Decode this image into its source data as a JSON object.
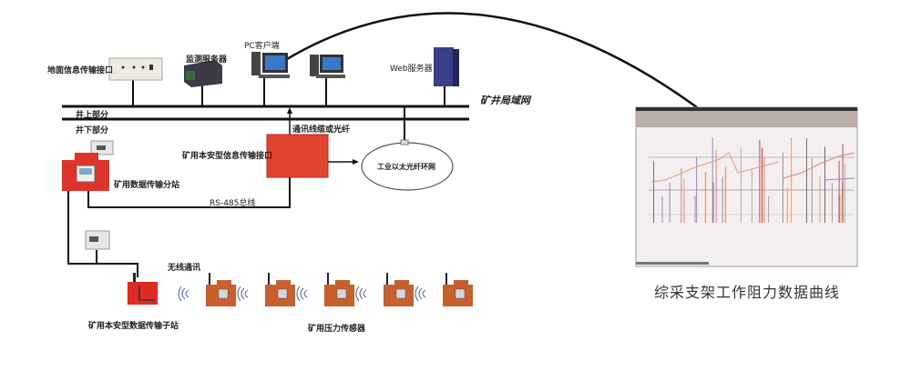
{
  "labels": {
    "ground_interface": "地面信息传输接口",
    "monitor_server": "监测服务器",
    "pc_client": "PC客户端",
    "web_server": "Web服务器",
    "mine_lan": "矿井局域网",
    "above_ground": "井上部分",
    "underground": "井下部分",
    "cable_or_fiber": "通讯线缆或光纤",
    "safe_info_interface": "矿用本安型信息传输接口",
    "ethernet_ring": "工业以太光纤环网",
    "data_station": "矿用数据传输分站",
    "rs485": "RS-485总线",
    "wireless": "无线通讯",
    "substation": "矿用本安型数据传输子站",
    "pressure_sensor": "矿用压力传感器",
    "chart_caption": "综采支架工作阻力数据曲线"
  },
  "colors": {
    "device_red": "#e0332a",
    "sensor_orange": "#c8602e",
    "wave_blue": "#4a5cb0",
    "line": "#111111"
  }
}
